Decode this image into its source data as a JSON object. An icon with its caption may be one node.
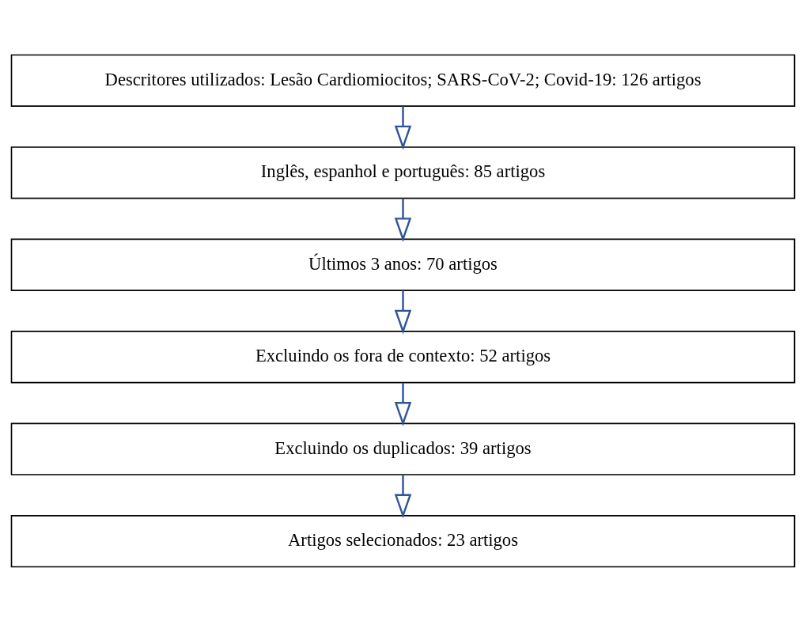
{
  "diagram": {
    "nodes": [
      {
        "text": [
          "Descritores utilizados: Lesão Cardiomiocitos; SARS-CoV-2; Covid-19: 126 artigos"
        ]
      },
      {
        "text": [
          "Inglês, espanhol e português: 85 artigos"
        ]
      },
      {
        "text": [
          "Últimos 3 anos: 70 artigos"
        ]
      },
      {
        "text": [
          "Excluindo os fora de contexto: 52 artigos"
        ]
      },
      {
        "text": [
          "Excluindo os duplicados: 39 artigos"
        ]
      },
      {
        "text": [
          "Artigos selecionados: 23 artigos"
        ]
      }
    ],
    "edges": [
      {
        "from": 0,
        "to": 1,
        "arrow": "to"
      },
      {
        "from": 1,
        "to": 2,
        "arrow": "to"
      },
      {
        "from": 2,
        "to": 3,
        "arrow": "to"
      },
      {
        "from": 3,
        "to": 4,
        "arrow": "to"
      },
      {
        "from": 4,
        "to": 5,
        "arrow": "to"
      }
    ]
  }
}
